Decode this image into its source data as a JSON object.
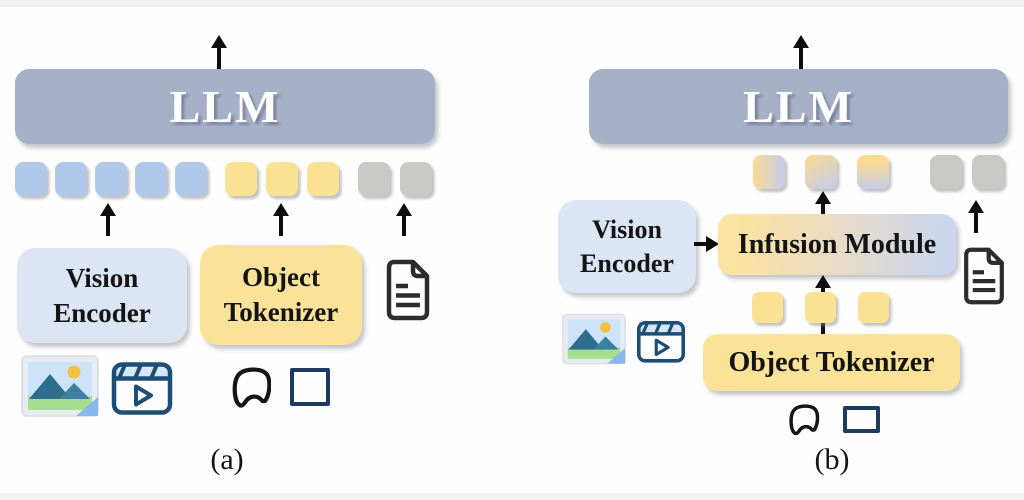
{
  "figure": {
    "panel_a": {
      "caption": "(a)",
      "llm_label": "LLM",
      "vision_encoder": {
        "line1": "Vision",
        "line2": "Encoder"
      },
      "object_tokenizer": {
        "line1": "Object",
        "line2": "Tokenizer"
      }
    },
    "panel_b": {
      "caption": "(b)",
      "llm_label": "LLM",
      "vision_encoder": {
        "line1": "Vision",
        "line2": "Encoder"
      },
      "infusion_module": "Infusion Module",
      "object_tokenizer": "Object Tokenizer"
    }
  },
  "tokens": {
    "a_vision": {
      "kind": "vision",
      "count": 5
    },
    "a_object": {
      "kind": "object",
      "count": 3
    },
    "a_text": {
      "kind": "text",
      "count": 2
    },
    "b_fused": {
      "kind": "fused",
      "count": 3
    },
    "b_text": {
      "kind": "text",
      "count": 2
    },
    "b_object": {
      "kind": "object",
      "count": 3
    }
  },
  "icons": {
    "panel_a": [
      "image-icon",
      "video-icon",
      "mask-icon",
      "bounding-box-icon",
      "document-icon"
    ],
    "panel_b": [
      "image-icon",
      "video-icon",
      "mask-icon",
      "bounding-box-icon",
      "document-icon"
    ]
  },
  "colors": {
    "llm_box": "#a6b1c8",
    "vision_box": "#dce5f3",
    "object_box": "#fae398",
    "vision_token": "#b0c9ea",
    "object_token": "#fbe194",
    "text_token": "#c9c9c7",
    "fused_from": "#fcd992",
    "fused_to": "#c4cdea",
    "infusion_from": "#fbe3a0",
    "infusion_to": "#ccd7ee"
  }
}
